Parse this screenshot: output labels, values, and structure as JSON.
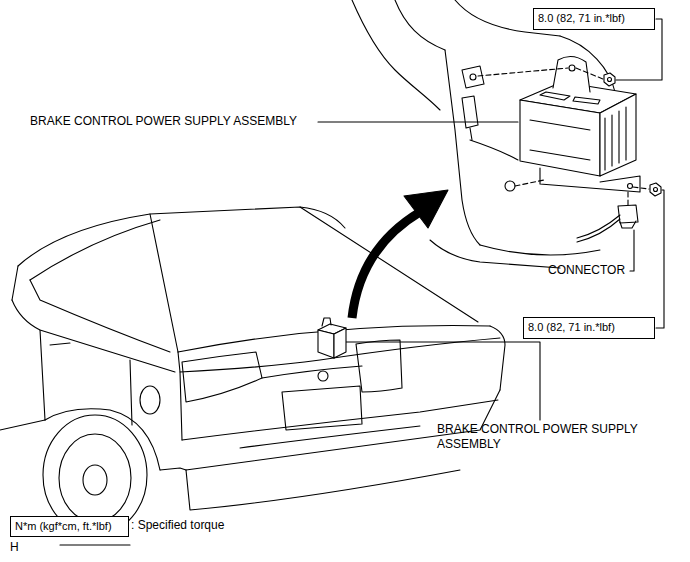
{
  "diagram": {
    "nodes": [
      {
        "text": [
          "8.0 (82, 71 in.*lbf)"
        ]
      },
      {
        "text": [
          "8.0 (82, 71 in.*lbf)"
        ]
      },
      {
        "text": [
          "N*m (kgf*cm, ft.*lbf)"
        ]
      }
    ],
    "labels": [
      "BRAKE CONTROL POWER SUPPLY ASSEMBLY",
      "CONNECTOR",
      "BRAKE CONTROL POWER SUPPLY ASSEMBLY",
      ": Specified torque",
      "H"
    ]
  }
}
